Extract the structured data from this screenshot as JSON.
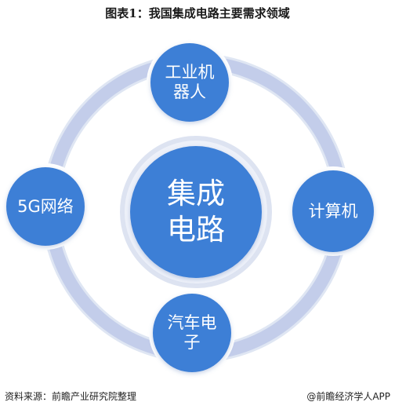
{
  "title": "图表1：我国集成电路主要需求领域",
  "center": {
    "label": "集成电路"
  },
  "nodes": {
    "top": "工业机器人",
    "right": "计算机",
    "bottom": "汽车电子",
    "left": "5G网络"
  },
  "footer": {
    "source": "资料来源：前瞻产业研究院整理",
    "credit": "@前瞻经济学人APP"
  },
  "colors": {
    "node_fill": "#3e7fd6",
    "ring": "#c3cdea",
    "halo": "#dfe6f3"
  }
}
